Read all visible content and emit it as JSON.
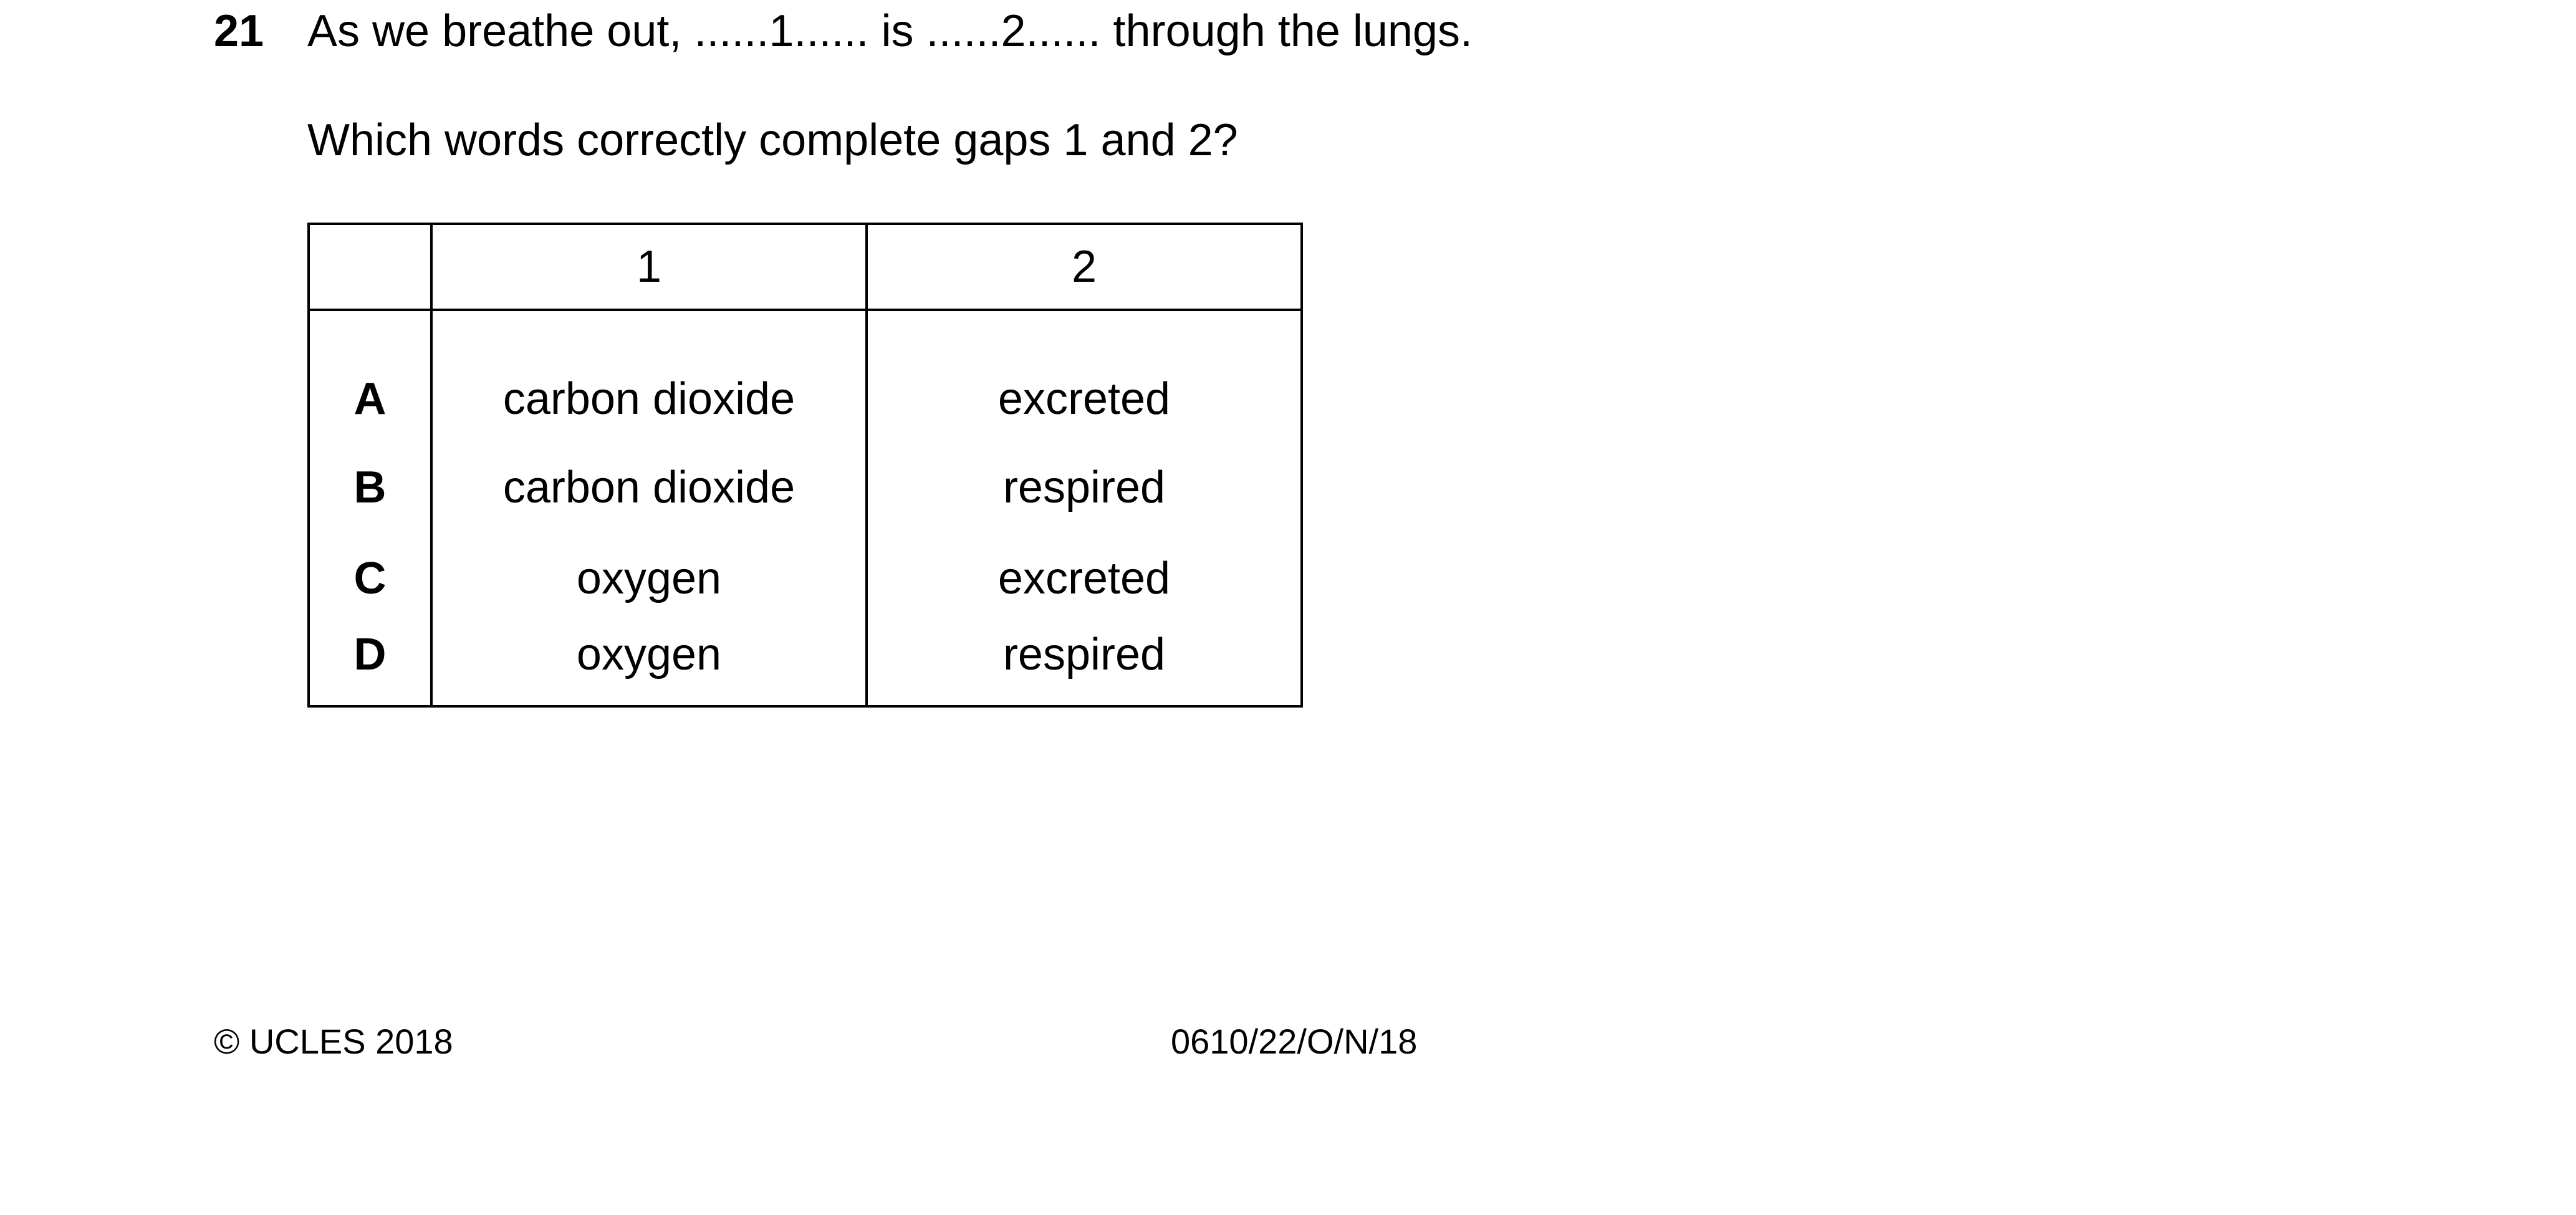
{
  "question": {
    "number": "21",
    "stem": "As we breathe out, ......1...... is ......2...... through the lungs.",
    "prompt": "Which words correctly complete gaps 1 and 2?"
  },
  "table": {
    "headers": [
      "",
      "1",
      "2"
    ],
    "rows": [
      {
        "letter": "A",
        "gap1": "carbon dioxide",
        "gap2": "excreted"
      },
      {
        "letter": "B",
        "gap1": "carbon dioxide",
        "gap2": "respired"
      },
      {
        "letter": "C",
        "gap1": "oxygen",
        "gap2": "excreted"
      },
      {
        "letter": "D",
        "gap1": "oxygen",
        "gap2": "respired"
      }
    ]
  },
  "footer": {
    "copyright": "© UCLES 2018",
    "code": "0610/22/O/N/18"
  }
}
